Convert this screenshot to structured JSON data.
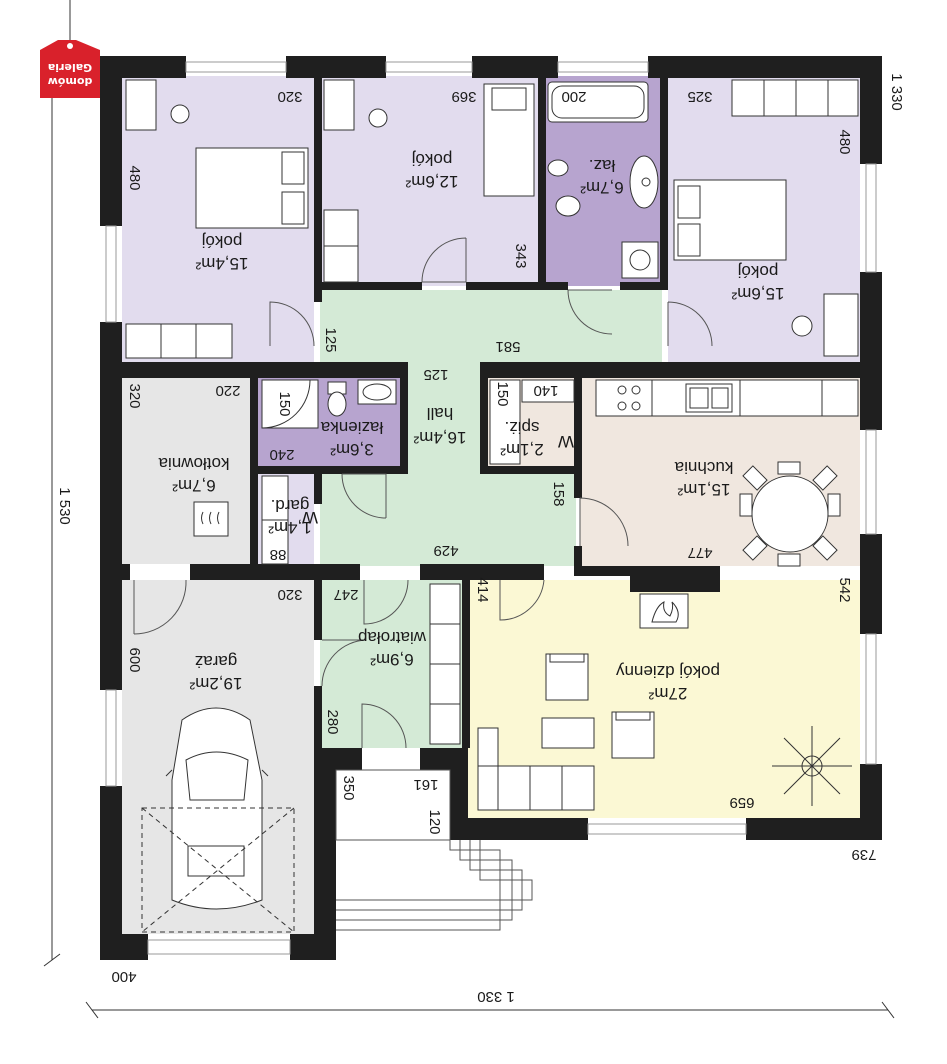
{
  "brand": {
    "logo_line1": "Galeria",
    "logo_line2": "domów",
    "logo_color": "#d9212b"
  },
  "colors": {
    "wall": "#1f1f1f",
    "bedroom": "#e2dcee",
    "bathroom": "#b7a4cf",
    "hall": "#d4ead6",
    "kitchen": "#f0e7df",
    "living": "#fbf8d4",
    "garage": "#e6e6e6",
    "utility": "#e6e6e6"
  },
  "rooms": {
    "pokoj_nw": {
      "name": "pokój",
      "area": "15,4m²"
    },
    "pokoj_n": {
      "name": "pokój",
      "area": "12,6m²"
    },
    "laz_big": {
      "name": "łaz.",
      "area": "6,7m²"
    },
    "pokoj_ne": {
      "name": "pokój",
      "area": "15,6m²"
    },
    "hall": {
      "name": "hall",
      "area": "16,4m²"
    },
    "lazienka": {
      "name": "łazienka",
      "area": "3,6m²"
    },
    "kotlownia": {
      "name": "kotłownia",
      "area": "6,7m²"
    },
    "gard": {
      "name": "gard.",
      "area": "1,4m²",
      "mark": "W"
    },
    "spiz": {
      "name": "spiż.",
      "area": "2,1m²",
      "mark": "W"
    },
    "kuchnia": {
      "name": "kuchnia",
      "area": "15,1m²"
    },
    "garaz": {
      "name": "garaż",
      "area": "19,2m²"
    },
    "wiatrolap": {
      "name": "wiatrołap",
      "area": "6,9m²"
    },
    "pokoj_dzienny": {
      "name": "pokój dzienny",
      "area": "27m²"
    }
  },
  "dimensions": {
    "d320a": "320",
    "d369": "369",
    "d200": "200",
    "d325": "325",
    "d1330r": "1 330",
    "d480a": "480",
    "d480b": "480",
    "d343": "343",
    "d125a": "125",
    "d581": "581",
    "d125b": "125",
    "d320b": "320",
    "d220": "220",
    "d150a": "150",
    "d240": "240",
    "d150b": "150",
    "d140": "140",
    "d158": "158",
    "d88": "88",
    "d429": "429",
    "d477": "477",
    "d247": "247",
    "d320c": "320",
    "d414": "414",
    "d542": "542",
    "d600": "600",
    "d280": "280",
    "d350": "350",
    "d161": "161",
    "d120": "120",
    "d659": "659",
    "d739": "739",
    "d1530": "1 530",
    "d400": "400",
    "d1330b": "1 330"
  },
  "icon_names": [
    "boiler-icon",
    "fireplace-icon",
    "plant-icon",
    "car-icon",
    "bathtub-icon",
    "shower-icon",
    "toilet-icon",
    "sink-icon",
    "bed-icon",
    "sofa-icon",
    "dining-table-icon",
    "stove-icon"
  ]
}
